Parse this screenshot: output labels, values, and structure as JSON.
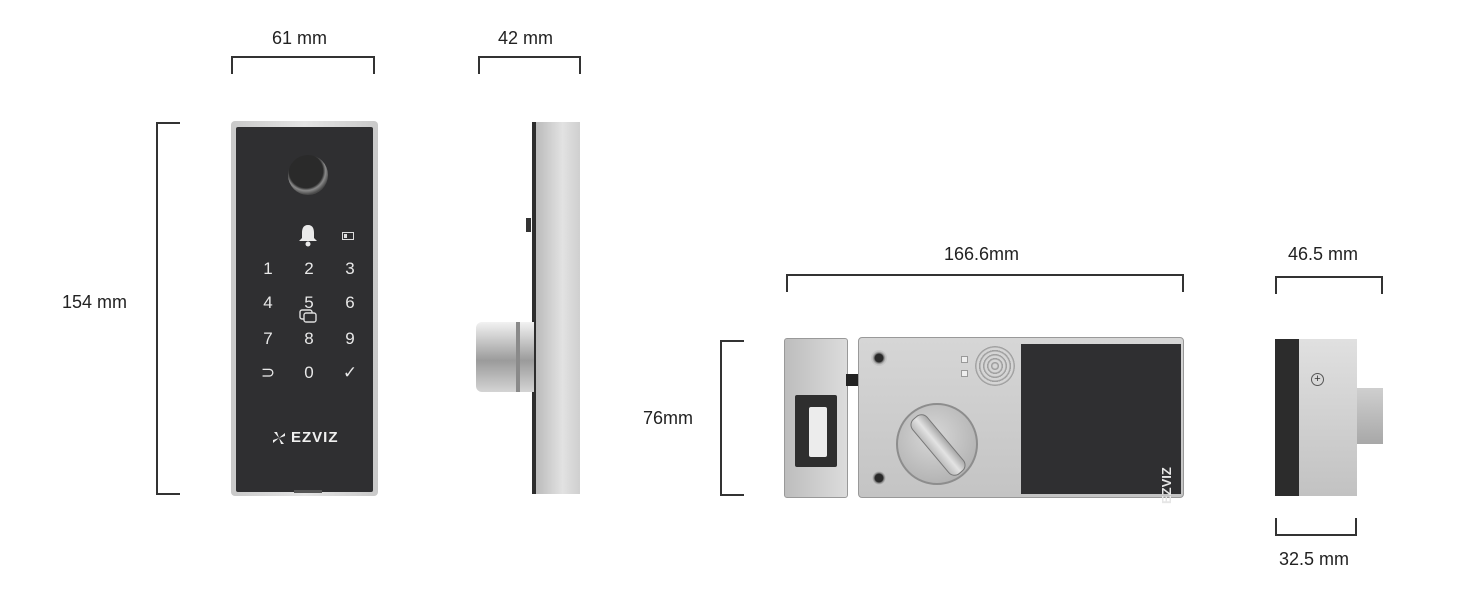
{
  "dimensions": {
    "front_width": "61 mm",
    "side_depth": "42 mm",
    "front_height": "154 mm",
    "body_length": "166.6mm",
    "body_height": "76mm",
    "end_width": "46.5 mm",
    "end_depth": "32.5 mm"
  },
  "keypad": {
    "keys": [
      "1",
      "2",
      "3",
      "4",
      "5",
      "6",
      "7",
      "8",
      "9",
      "⊃",
      "0",
      "✓"
    ],
    "brand": "EZVIZ"
  },
  "lock_body": {
    "brand": "EZVIZ"
  },
  "colors": {
    "panel_dark": "#2f2f31",
    "metal": "#cfcfcf",
    "line": "#333333"
  }
}
